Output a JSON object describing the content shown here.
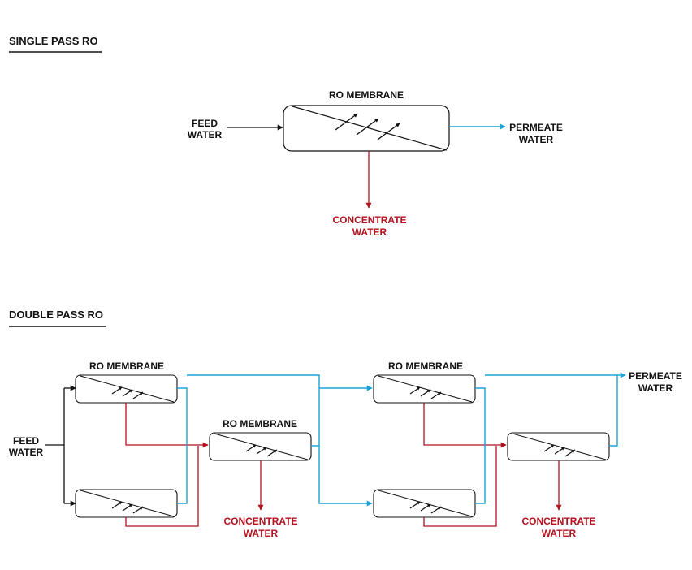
{
  "colors": {
    "line": "#111111",
    "concentrate": "#b3121f",
    "permeate": "#1ca3d6"
  },
  "single_pass": {
    "title": "SINGLE PASS RO",
    "membrane_label": "RO MEMBRANE",
    "feed": [
      "FEED",
      "WATER"
    ],
    "permeate": [
      "PERMEATE",
      "WATER"
    ],
    "concentrate": [
      "CONCENTRATE",
      "WATER"
    ]
  },
  "double_pass": {
    "title": "DOUBLE PASS RO",
    "feed": [
      "FEED",
      "WATER"
    ],
    "membrane_label_1": "RO MEMBRANE",
    "membrane_label_2": "RO MEMBRANE",
    "membrane_label_3": "RO MEMBRANE",
    "permeate": [
      "PERMEATE",
      "WATER"
    ],
    "concentrate_1": [
      "CONCENTRATE",
      "WATER"
    ],
    "concentrate_2": [
      "CONCENTRATE",
      "WATER"
    ]
  }
}
